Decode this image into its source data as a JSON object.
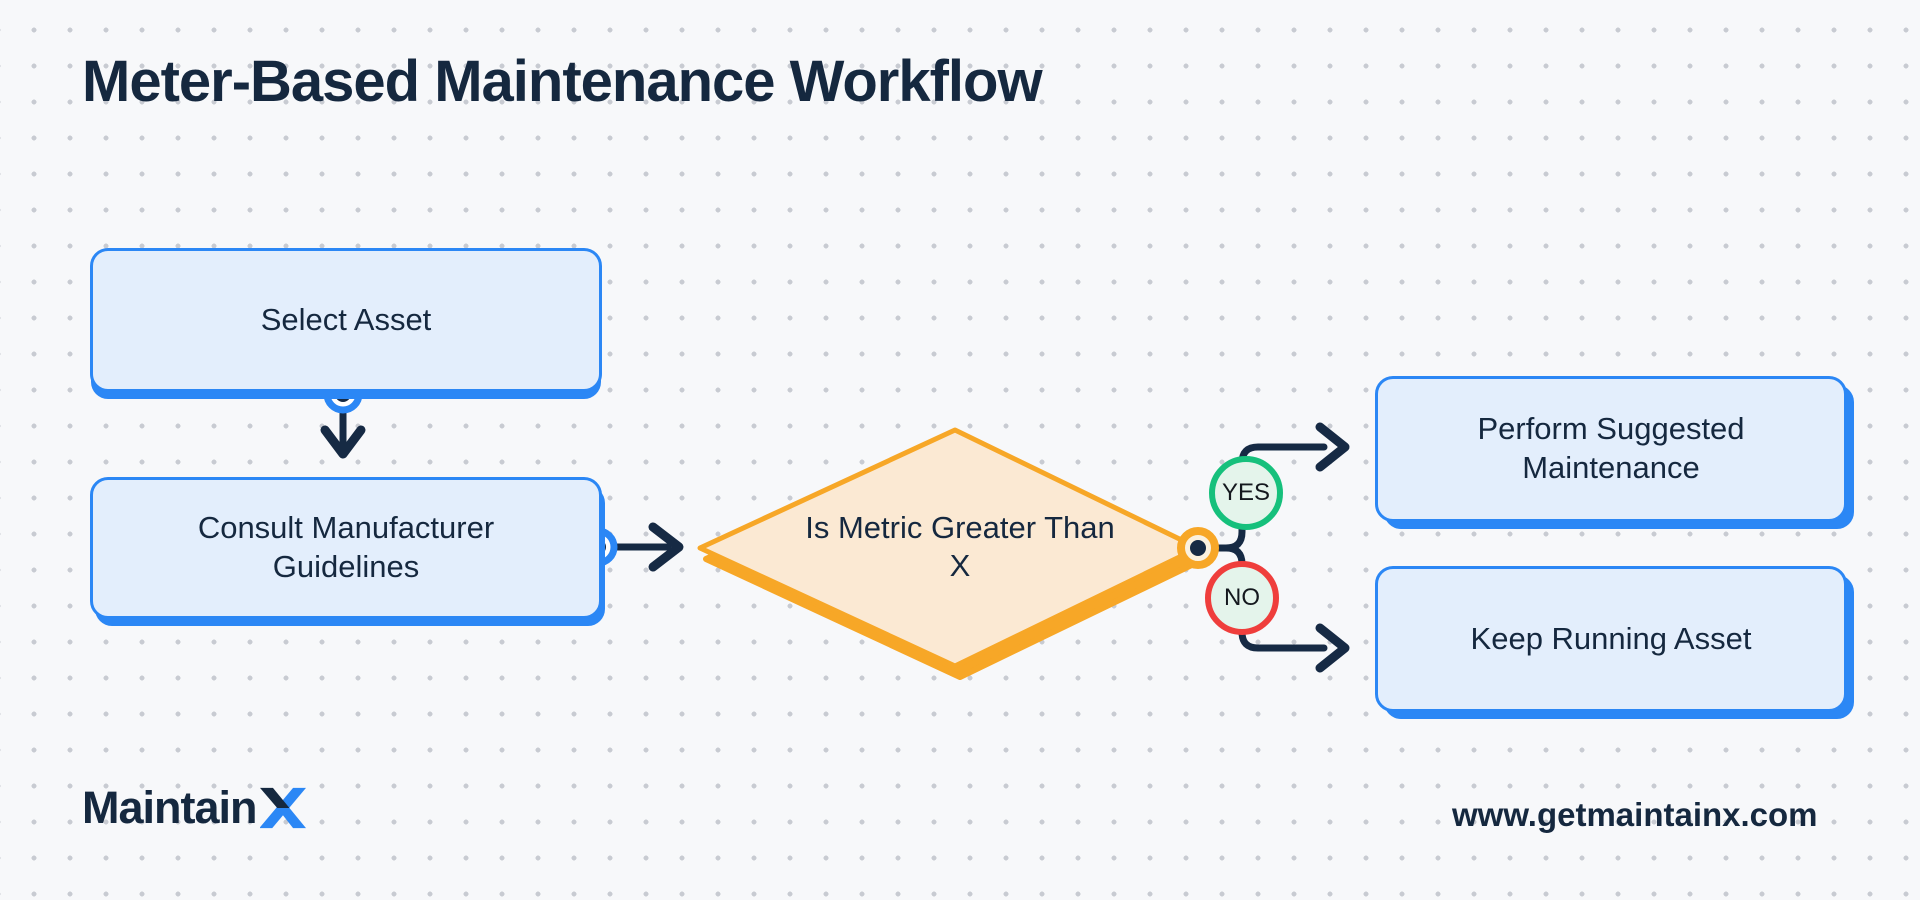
{
  "title": "Meter-Based Maintenance Workflow",
  "nodes": {
    "select_asset": {
      "label": "Select Asset"
    },
    "consult": {
      "label": "Consult Manufacturer Guidelines"
    },
    "decision": {
      "label": "Is Metric Greater Than X"
    },
    "perform": {
      "label": "Perform Suggested Maintenance"
    },
    "keep": {
      "label": "Keep Running Asset"
    }
  },
  "branches": {
    "yes": "YES",
    "no": "NO"
  },
  "footer": {
    "logo_maintain": "Maintain",
    "logo_x": "X",
    "website": "www.getmaintainx.com"
  },
  "colors": {
    "background": "#F7F8FA",
    "dot_grid": "#C8CBD2",
    "navy_text": "#15283F",
    "process_fill": "#E3EEFC",
    "process_border": "#2B87F5",
    "decision_fill": "#FBE9D3",
    "decision_border": "#F7A727",
    "yes_border": "#16C07C",
    "no_border": "#EF3E3C",
    "badge_fill": "#E4F4EB",
    "arrow": "#162A44"
  }
}
